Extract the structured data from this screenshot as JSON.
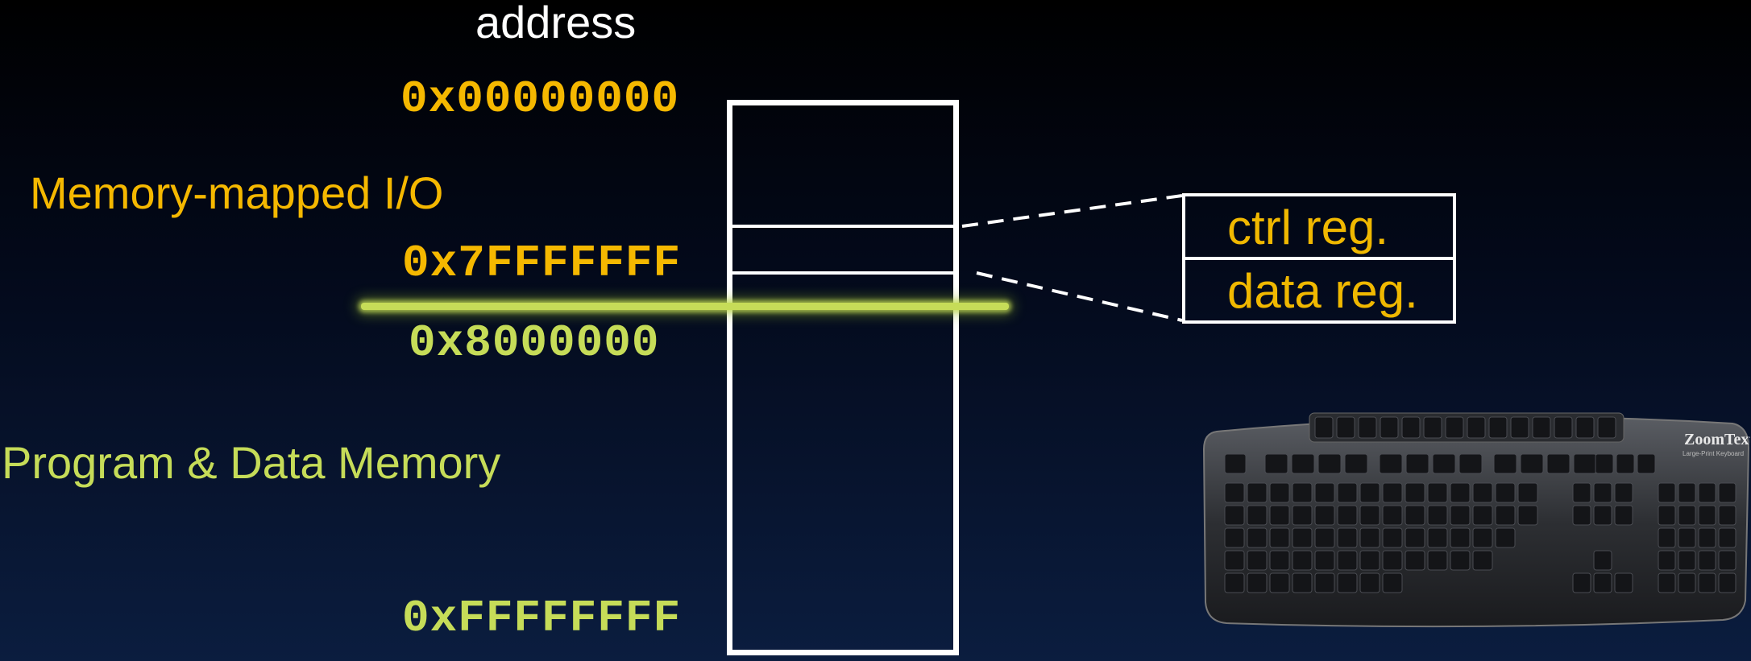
{
  "diagram": {
    "header": "address",
    "addresses": {
      "start": "0x00000000",
      "io_end": "0x7FFFFFFF",
      "mem_start": "0x8000000",
      "end": "0xFFFFFFFF"
    },
    "regions": {
      "io": "Memory-mapped I/O",
      "memory": "Program & Data Memory"
    },
    "registers": {
      "ctrl": "ctrl reg.",
      "data": "data reg."
    },
    "keyboard_brand": "ZoomText",
    "keyboard_subtitle": "Large-Print Keyboard",
    "colors": {
      "io": "#f5b800",
      "memory": "#c6dc58",
      "box": "#ffffff"
    }
  }
}
